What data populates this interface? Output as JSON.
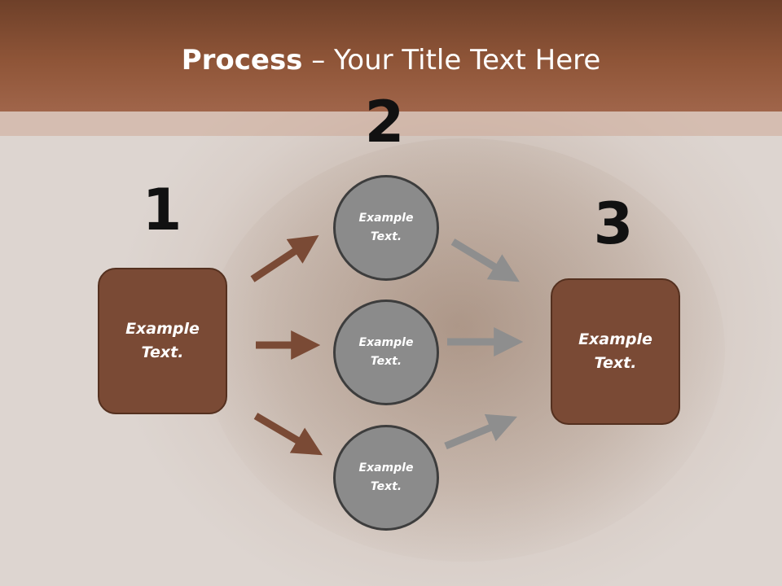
{
  "title": {
    "bold": "Process",
    "rest": " – Your Title Text Here"
  },
  "steps": {
    "one": "1",
    "two": "2",
    "three": "3"
  },
  "left_box": {
    "line1": "Example",
    "line2": "Text."
  },
  "circles": [
    {
      "line1": "Example",
      "line2": "Text."
    },
    {
      "line1": "Example",
      "line2": "Text."
    },
    {
      "line1": "Example",
      "line2": "Text."
    }
  ],
  "right_box": {
    "line1": "Example",
    "line2": "Text."
  },
  "colors": {
    "header": "#8f5538",
    "box_fill": "#7a4a35",
    "circle_fill": "#8b8b8b",
    "arrow_brown": "#7a4a35",
    "arrow_gray": "#8e8e8e"
  }
}
